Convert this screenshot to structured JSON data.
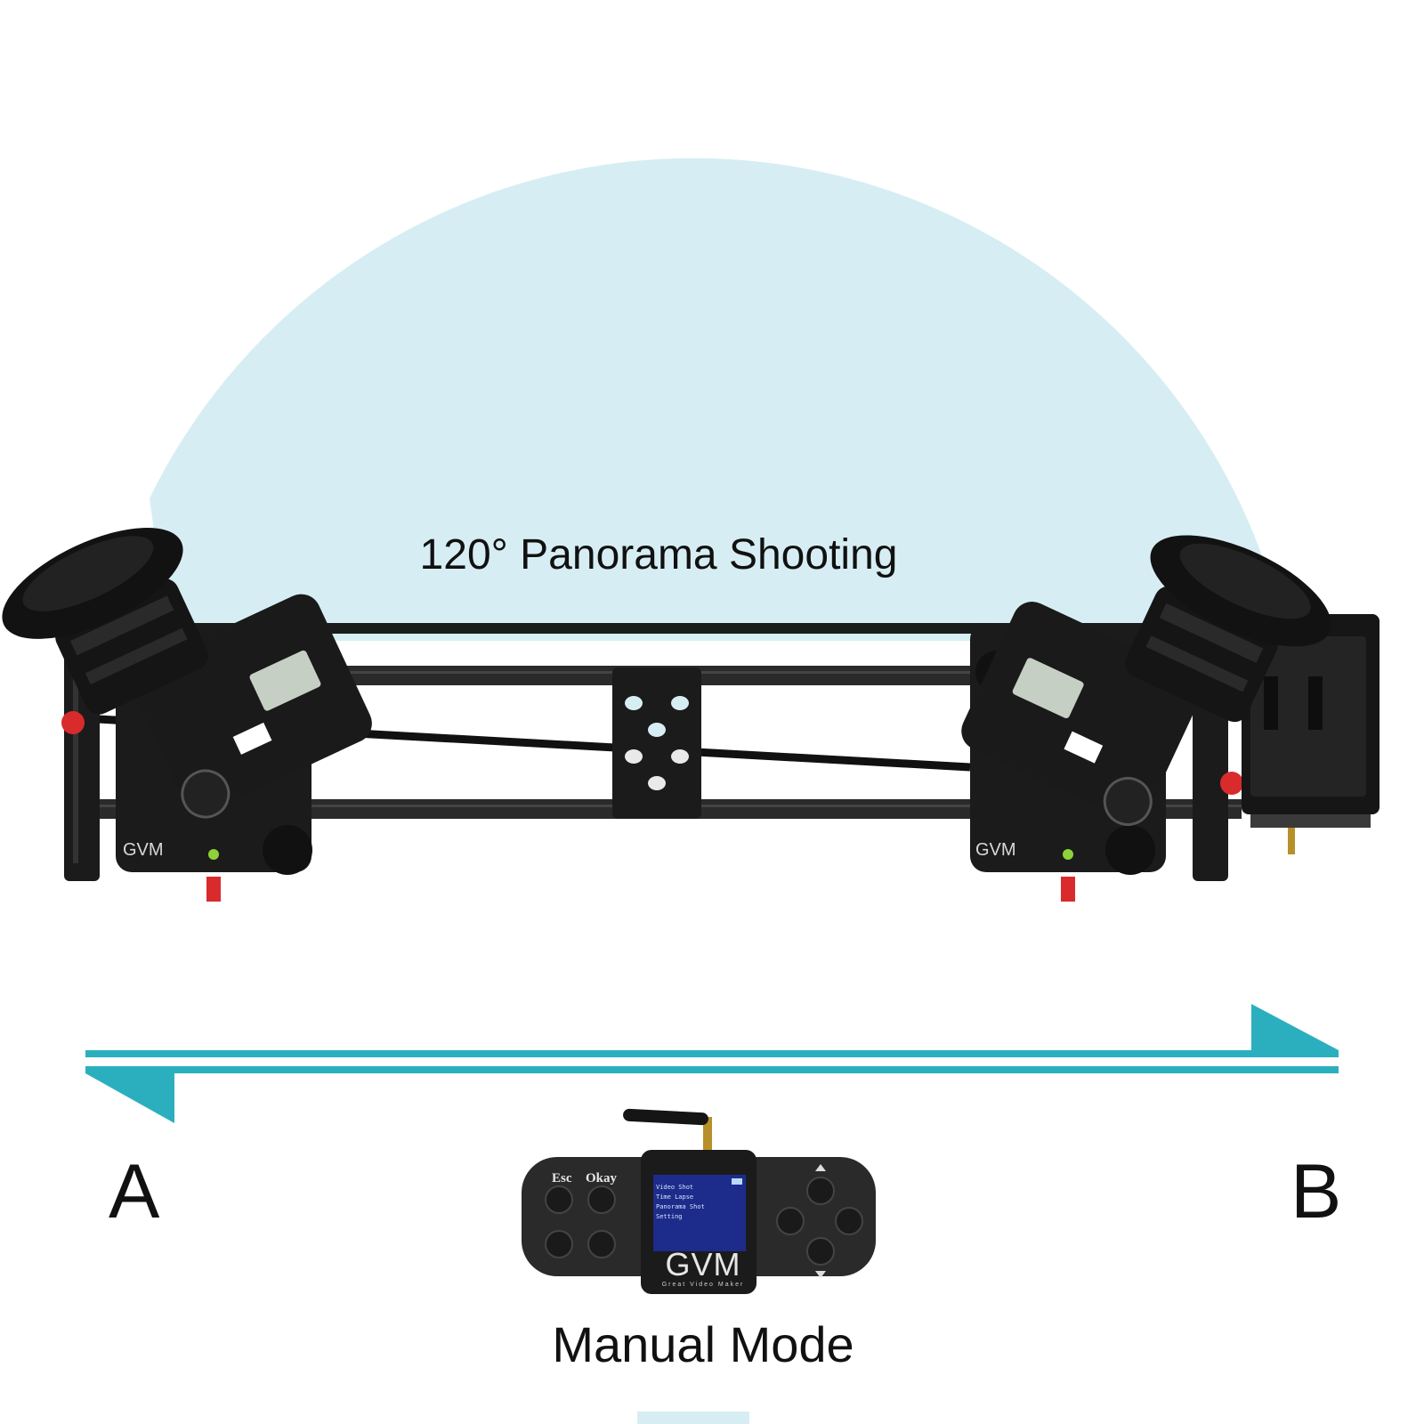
{
  "title": "120° Panorama Shooting",
  "point_a": "A",
  "point_b": "B",
  "mode_label": "Manual Mode",
  "remote": {
    "esc_label": "Esc",
    "okay_label": "Okay",
    "brand": "GVM",
    "brand_tagline": "Great Video Maker",
    "screen_menu": [
      "Video Shot",
      "Time Lapse",
      "Panorama Shot",
      "Setting"
    ]
  },
  "carriage_badge": "GVM",
  "colors": {
    "arc": "#d6eef3",
    "arrow": "#2bafbf",
    "hardware": "#1b1b1b",
    "knob": "#d92b2b",
    "screen": "#1d2b8a"
  }
}
